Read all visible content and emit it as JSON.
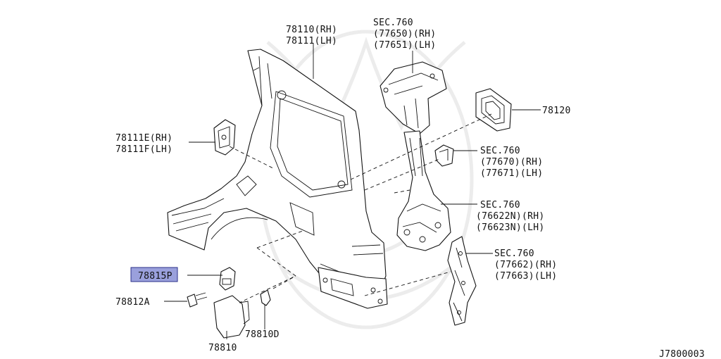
{
  "diagram_id": "J7800003",
  "parts": {
    "quarter_panel": [
      "78110(RH)",
      "78111(LH)"
    ],
    "sec760_upper": [
      "SEC.760",
      "(77650)(RH)",
      "(77651)(LH)"
    ],
    "filler_ring": [
      "78120"
    ],
    "small_panel": [
      "78111E(RH)",
      "78111F(LH)"
    ],
    "sec760_bracket": [
      "SEC.760",
      "(77670)(RH)",
      "(77671)(LH)"
    ],
    "sec760_inner": [
      "SEC.760",
      "(76622N)(RH)",
      "(76623N)(LH)"
    ],
    "sec760_rear": [
      "SEC.760",
      "(77662)(RH)",
      "(77663)(LH)"
    ],
    "selected_part": "78815P",
    "bolt": "78812A",
    "fuel_lid": "78810",
    "bumper_stop": "78810D"
  },
  "colors": {
    "highlight": "#9aa0dc",
    "line": "#111111",
    "watermark": "#ececec"
  }
}
